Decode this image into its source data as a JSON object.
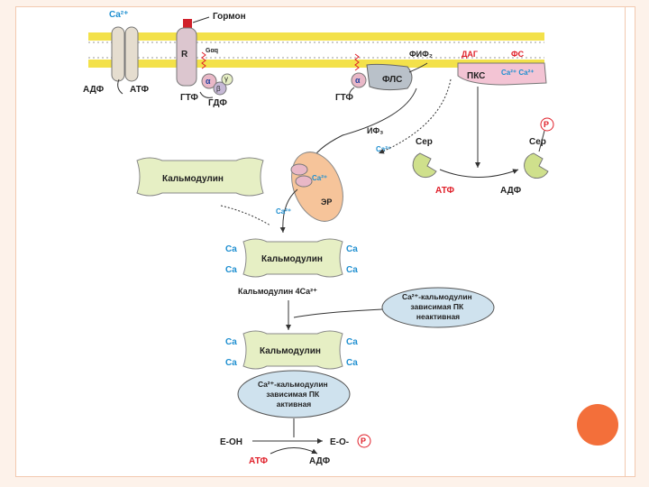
{
  "labels": {
    "ca2_top": "Ca²⁺",
    "hormone": "Гормон",
    "r": "R",
    "g_alpha_q": "Gαq",
    "adf_left": "АДФ",
    "atf_left": "АТФ",
    "alpha1": "α",
    "gamma": "γ",
    "beta": "β",
    "gtf1": "ГТФ",
    "gdf": "ГДФ",
    "alpha2": "α",
    "gtf2": "ГТФ",
    "flc": "ФЛС",
    "fif2": "ФИФ₂",
    "dag": "ДАГ",
    "fs": "ФС",
    "pkc": "ПКС",
    "ca_pkc": "Ca²⁺ Ca²⁺",
    "if3": "ИФ₃",
    "ca_if3": "Ca²⁺",
    "ser_left": "Сер",
    "ser_right": "Сер",
    "p_top": "P",
    "atf_pkc": "АТФ",
    "adf_pkc": "АДФ",
    "calmodulin_top": "Кальмодулин",
    "ca_er": "Ca²⁺",
    "er": "ЭР",
    "ca_release": "Ca²⁺",
    "ca": "Ca",
    "calmodulin_mid": "Кальмодулин",
    "calmodulin_4ca": "Кальмодулин 4Ca²⁺",
    "pk_inactive": [
      "Ca²⁺-кальмодулин",
      "зависимая ПК",
      "неактивная"
    ],
    "calmodulin_bottom": "Кальмодулин",
    "pk_active": [
      "Ca²⁺-кальмодулин",
      "зависимая ПК",
      "активная"
    ],
    "e_oh": "E-OH",
    "e_o": "E-O-",
    "p_bottom": "P",
    "atf_bottom": "АТФ",
    "adf_bottom": "АДФ"
  },
  "colors": {
    "membrane": "#f3e14a",
    "protein_green": "#e6efc4",
    "er_fill": "#f6c49a",
    "pk_fill": "#cfe2ee",
    "label_blue": "#1f8fd0",
    "label_red": "#e0202a",
    "accent_circle": "#f36f3a"
  }
}
